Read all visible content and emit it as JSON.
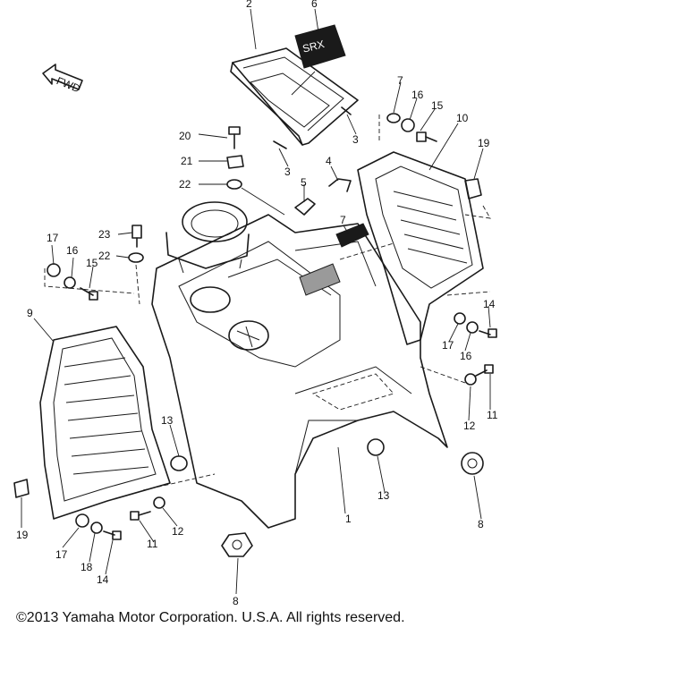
{
  "diagram": {
    "callouts": {
      "c1": "1",
      "c2": "2",
      "c3a": "3",
      "c3b": "3",
      "c4": "4",
      "c5": "5",
      "c6": "6",
      "c7a": "7",
      "c7b": "7",
      "c8a": "8",
      "c8b": "8",
      "c9": "9",
      "c10": "10",
      "c11a": "11",
      "c11b": "11",
      "c12a": "12",
      "c12b": "12",
      "c13a": "13",
      "c13b": "13",
      "c14a": "14",
      "c14b": "14",
      "c15a": "15",
      "c15b": "15",
      "c16a": "16",
      "c16b": "16",
      "c16c": "16",
      "c17a": "17",
      "c17b": "17",
      "c17c": "17",
      "c18": "18",
      "c19a": "19",
      "c19b": "19",
      "c20": "20",
      "c21": "21",
      "c22a": "22",
      "c22b": "22",
      "c23": "23"
    },
    "fwd_label": "FWD",
    "emblem_text": "SRX"
  },
  "footer": {
    "copyright": "©2013 Yamaha Motor Corporation. U.S.A. All rights reserved."
  }
}
